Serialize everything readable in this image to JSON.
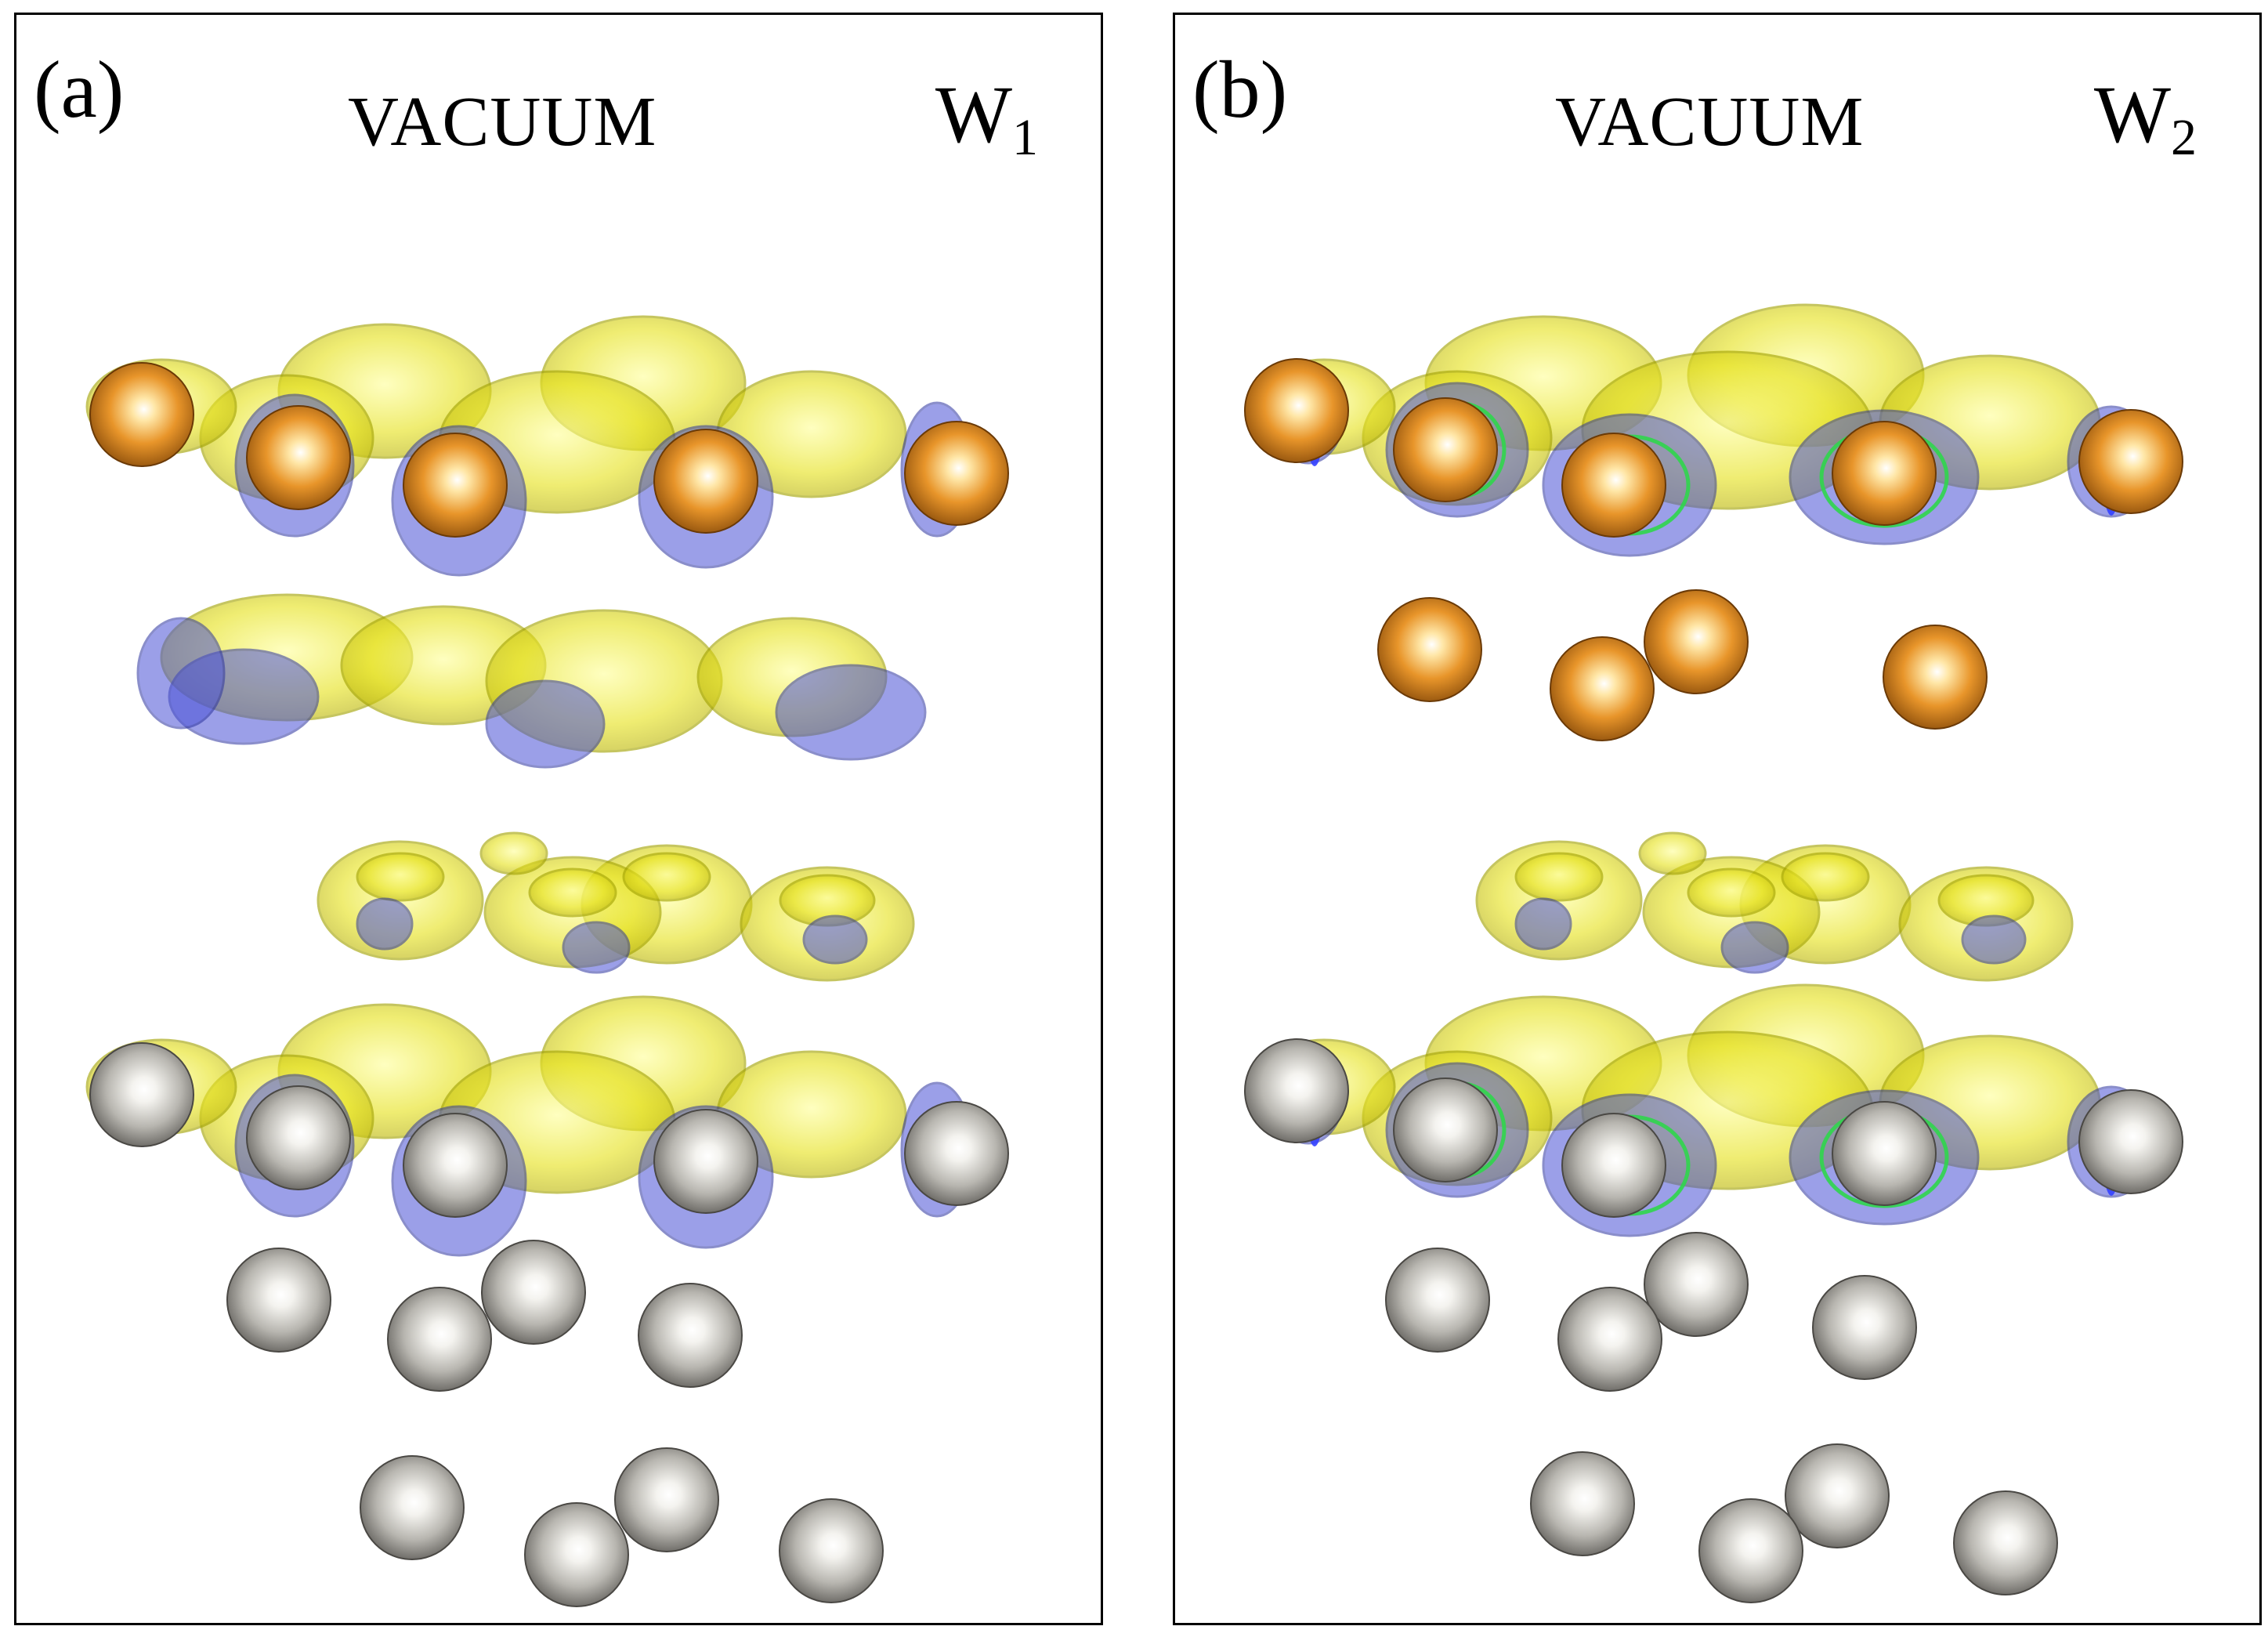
{
  "panels": [
    {
      "id": "a",
      "label": "(a)",
      "region_label": "VACUUM",
      "state_symbol": "W",
      "state_index": "1"
    },
    {
      "id": "b",
      "label": "(b)",
      "region_label": "VACUUM",
      "state_symbol": "W",
      "state_index": "2"
    }
  ],
  "colors": {
    "atom_upper": "#e8952a",
    "atom_lower": "#b8b6b0",
    "isosurface_positive": "#e6e21c",
    "isosurface_negative": "#4a52d6",
    "frame": "#000000"
  }
}
